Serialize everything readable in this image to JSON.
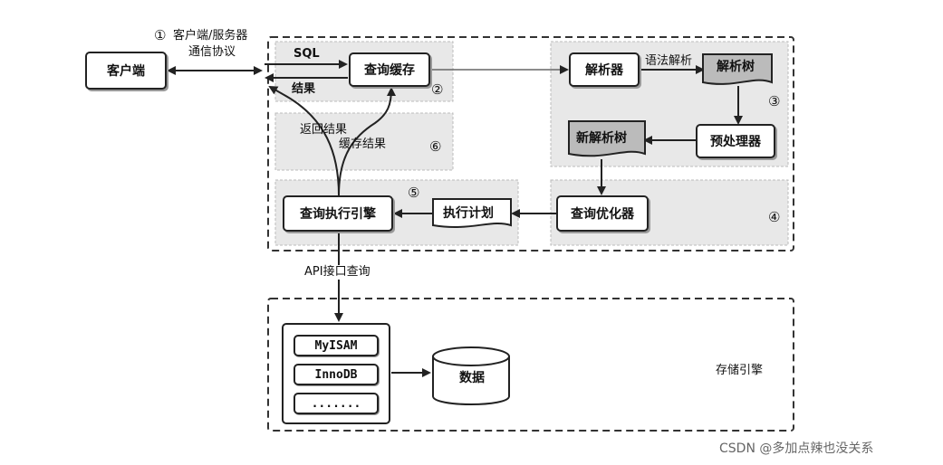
{
  "client": {
    "label": "客户端"
  },
  "protocol": {
    "num": "①",
    "line1": "客户端/服务器",
    "line2": "通信协议"
  },
  "nodes": {
    "query_cache": "查询缓存",
    "parser": "解析器",
    "parse_tree": "解析树",
    "preprocessor": "预处理器",
    "new_parse_tree": "新解析树",
    "optimizer": "查询优化器",
    "exec_plan": "执行计划",
    "executor": "查询执行引擎",
    "data": "数据"
  },
  "labels": {
    "sql": "SQL",
    "result": "结果",
    "syntax_parse": "语法解析",
    "return_result": "返回结果",
    "cache_result": "缓存结果",
    "api_query": "API接口查询"
  },
  "step_numbers": [
    "②",
    "③",
    "④",
    "⑤",
    "⑥"
  ],
  "engines": [
    "MyISAM",
    "InnoDB",
    "......."
  ],
  "storage_engine": {
    "label": "存储引擎"
  },
  "watermark": "CSDN @多加点辣也没关系"
}
